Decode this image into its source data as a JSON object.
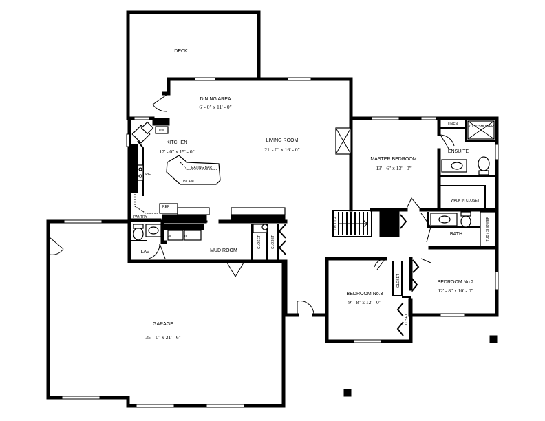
{
  "rooms": {
    "deck": {
      "name": "DECK"
    },
    "dining": {
      "name": "DINING AREA",
      "size": "6' - 0\" x 11' - 0\""
    },
    "living": {
      "name": "LIVING ROOM",
      "size": "21' - 0\" x 16' - 0\""
    },
    "kitchen": {
      "name": "KITCHEN",
      "size": "17' - 0\" x 15' - 0\""
    },
    "master": {
      "name": "MASTER BEDROOM",
      "size": "13' - 6\" x 13' - 0\""
    },
    "ensuite": {
      "name": "ENSUITE"
    },
    "bath": {
      "name": "BATH"
    },
    "bedroom2": {
      "name": "BEDROOM No.2",
      "size": "12' - 8\" x 10' - 0\""
    },
    "bedroom3": {
      "name": "BEDROOM No.3",
      "size": "9' - 8\" x 12' - 0\""
    },
    "garage": {
      "name": "GARAGE",
      "size": "35' - 0\" x 21' - 6\""
    },
    "mudroom": {
      "name": "MUD ROOM"
    },
    "lav": {
      "name": "LAV"
    },
    "pantry": {
      "name": "PANTRY"
    }
  },
  "fixtures": {
    "eating_bar": "EATING BAR",
    "island": "ISLAND",
    "dw": "DW",
    "rg": "RG",
    "ref": "REF",
    "w": "W",
    "d": "D",
    "linen": "LINEN",
    "shower_ensuite": "3' X 3' SHOWER",
    "walk_in_closet": "WALK IN CLOSET",
    "tub_shower": "TUB / SHOWER",
    "closet": "CLOSET",
    "stair_note": "DN 10 R"
  }
}
